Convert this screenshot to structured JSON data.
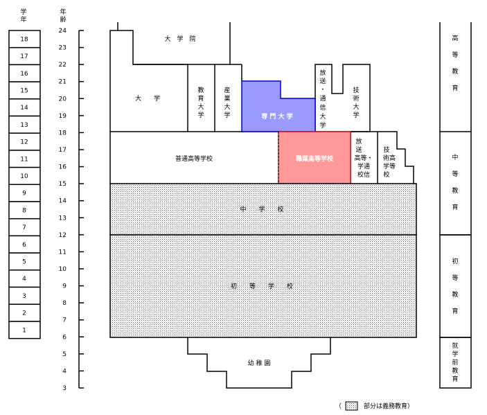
{
  "headers": {
    "grade": [
      "学",
      "年"
    ],
    "age": [
      "年",
      "齢"
    ]
  },
  "grades": [
    "18",
    "17",
    "16",
    "15",
    "14",
    "13",
    "12",
    "11",
    "10",
    "9",
    "8",
    "7",
    "6",
    "5",
    "4",
    "3",
    "2",
    "1"
  ],
  "ages": [
    "24",
    "23",
    "22",
    "21",
    "20",
    "19",
    "18",
    "17",
    "16",
    "15",
    "14",
    "13",
    "12",
    "11",
    "10",
    "9",
    "8",
    "7",
    "6",
    "5",
    "4",
    "3"
  ],
  "blocks": {
    "daigakuin": "大　学　院",
    "daigaku": "大　　学",
    "kyoiku": [
      "教",
      "育",
      "大",
      "学"
    ],
    "sangyo": [
      "産",
      "業",
      "大",
      "学"
    ],
    "senmon": "専 門 大 学",
    "hoso_daigaku": [
      "放",
      "送",
      "・",
      "通",
      "信",
      "大",
      "学"
    ],
    "gijutsu_daigaku": [
      "技",
      "術",
      "大",
      "学"
    ],
    "futsu_koko": "普通高等学校",
    "shokugyo_koko": "職業高等学校",
    "hoso_koko": [
      "放",
      "送",
      "高等・",
      "学通",
      "校信"
    ],
    "gijutsu_koko": [
      "技",
      "術高",
      "学等",
      "校"
    ],
    "chugakko": "中　　学　　校",
    "shogakko": "初　　等　　学　　校",
    "yochien": "幼 稚 園"
  },
  "levels": {
    "koto": [
      "高",
      "等",
      "教",
      "育"
    ],
    "chuto": [
      "中",
      "等",
      "教",
      "育"
    ],
    "shoto": [
      "初",
      "等",
      "教",
      "育"
    ],
    "shugakumae": [
      "就",
      "学",
      "前",
      "教",
      "育"
    ]
  },
  "legend": {
    "open": "（",
    "text": "部分は義務教育）"
  },
  "colors": {
    "senmon_fill": "#9999ff",
    "senmon_stroke": "#0000cc",
    "shokugyo_fill": "#ff9999",
    "shokugyo_stroke": "#cc0000"
  }
}
